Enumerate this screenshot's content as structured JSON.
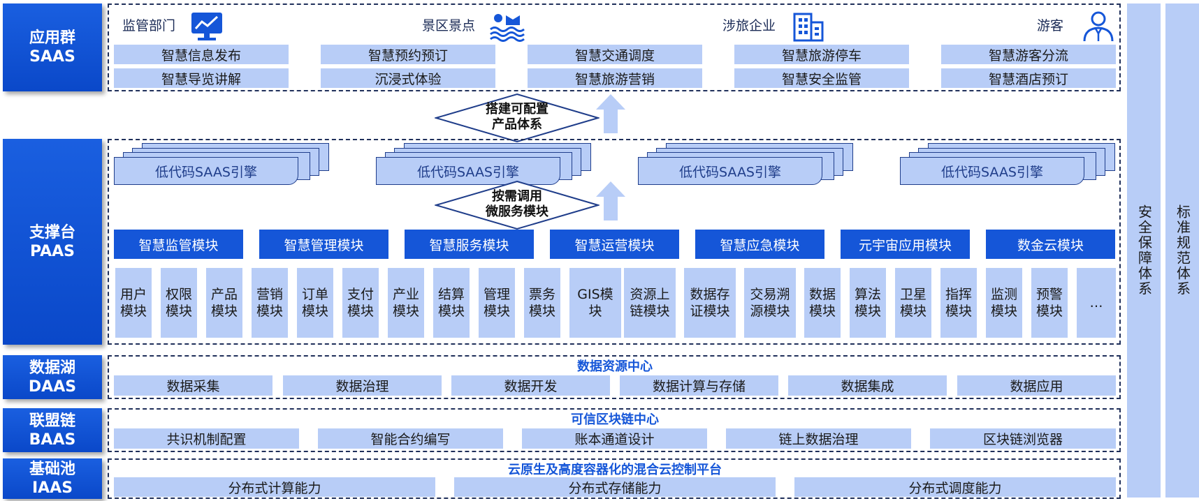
{
  "layers": {
    "saas": {
      "line1": "应用群",
      "line2": "SAAS"
    },
    "paas": {
      "line1": "支撑台",
      "line2": "PAAS"
    },
    "daas": {
      "line1": "数据湖",
      "line2": "DAAS"
    },
    "baas": {
      "line1": "联盟链",
      "line2": "BAAS"
    },
    "iaas": {
      "line1": "基础池",
      "line2": "IAAS"
    }
  },
  "saas": {
    "categories": [
      {
        "label": "监管部门",
        "icon": "monitor-chart-icon"
      },
      {
        "label": "景区景点",
        "icon": "scenic-waves-icon"
      },
      {
        "label": "涉旅企业",
        "icon": "building-icon"
      },
      {
        "label": "游客",
        "icon": "person-icon"
      }
    ],
    "row1": [
      "智慧信息发布",
      "智慧预约预订",
      "智慧交通调度",
      "智慧旅游停车",
      "智慧游客分流"
    ],
    "row2": [
      "智慧导览讲解",
      "沉浸式体验",
      "智慧旅游营销",
      "智慧安全监管",
      "智慧酒店预订"
    ]
  },
  "connectors": {
    "top": {
      "line1": "搭建可配置",
      "line2": "产品体系"
    },
    "mid": {
      "line1": "按需调用",
      "line2": "微服务模块"
    }
  },
  "paas": {
    "engines": [
      "低代码SAAS引擎",
      "低代码SAAS引擎",
      "低代码SAAS引擎",
      "低代码SAAS引擎"
    ],
    "modules": [
      "智慧监管模块",
      "智慧管理模块",
      "智慧服务模块",
      "智慧运营模块",
      "智慧应急模块",
      "元宇宙应用模块",
      "数金云模块"
    ],
    "submodules": [
      "用户模块",
      "权限模块",
      "产品模块",
      "营销模块",
      "订单模块",
      "支付模块",
      "产业模块",
      "结算模块",
      "管理模块",
      "票务模块",
      "GIS模块",
      "资源上链模块",
      "数据存证模块",
      "交易溯源模块",
      "数据模块",
      "算法模块",
      "卫星模块",
      "指挥模块",
      "监测模块",
      "预警模块",
      "…"
    ]
  },
  "daas": {
    "title": "数据资源中心",
    "items": [
      "数据采集",
      "数据治理",
      "数据开发",
      "数据计算与存储",
      "数据集成",
      "数据应用"
    ]
  },
  "baas": {
    "title": "可信区块链中心",
    "items": [
      "共识机制配置",
      "智能合约编写",
      "账本通道设计",
      "链上数据治理",
      "区块链浏览器"
    ]
  },
  "iaas": {
    "title": "云原生及高度容器化的混合云控制平台",
    "items": [
      "分布式计算能力",
      "分布式存储能力",
      "分布式调度能力"
    ]
  },
  "side": {
    "security": "安全保障体系",
    "standard": "标准规范体系"
  },
  "colors": {
    "primary": "#1556d8",
    "light": "#b8cdf7",
    "frame": "#1f2f5a"
  }
}
